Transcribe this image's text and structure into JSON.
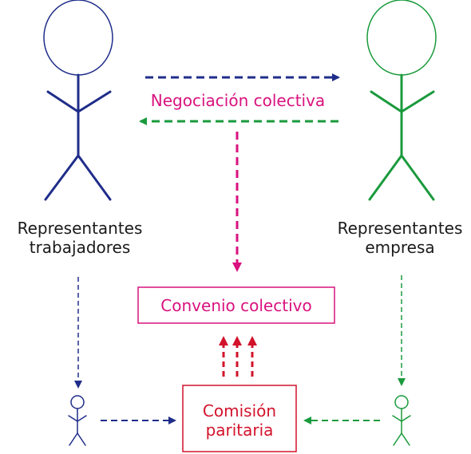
{
  "colors": {
    "workers": "#1f2d8a",
    "company": "#1a9a3c",
    "negotiation": "#d9127f",
    "commission": "#d2132b",
    "text": "#1a1a1a"
  },
  "labels": {
    "negotiation": "Negociación colectiva",
    "workers_line1": "Representantes",
    "workers_line2": "trabajadores",
    "company_line1": "Representantes",
    "company_line2": "empresa",
    "agreement": "Convenio colectivo",
    "commission_line1": "Comisión",
    "commission_line2": "paritaria"
  }
}
